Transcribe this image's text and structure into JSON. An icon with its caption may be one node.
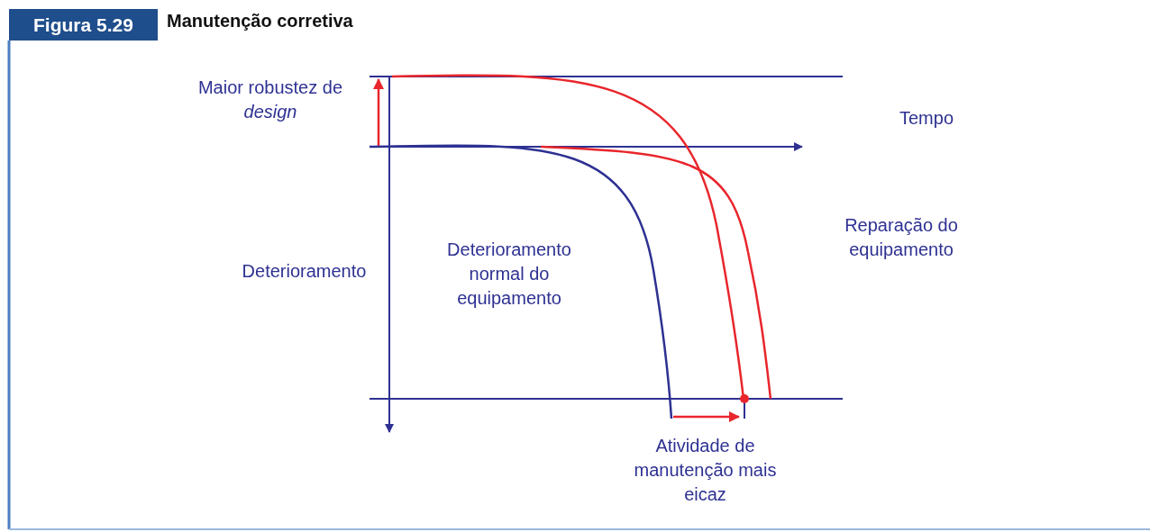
{
  "diagram": {
    "title": "Manutenção corretiva",
    "labels": [
      "Figura 5.29",
      "Maior robustez de *design*",
      "Tempo",
      "Reparação do equipamento",
      "Deterioramento",
      "Deterioramento normal do equipamento",
      "Atividade de manutenção mais eicaz"
    ]
  }
}
